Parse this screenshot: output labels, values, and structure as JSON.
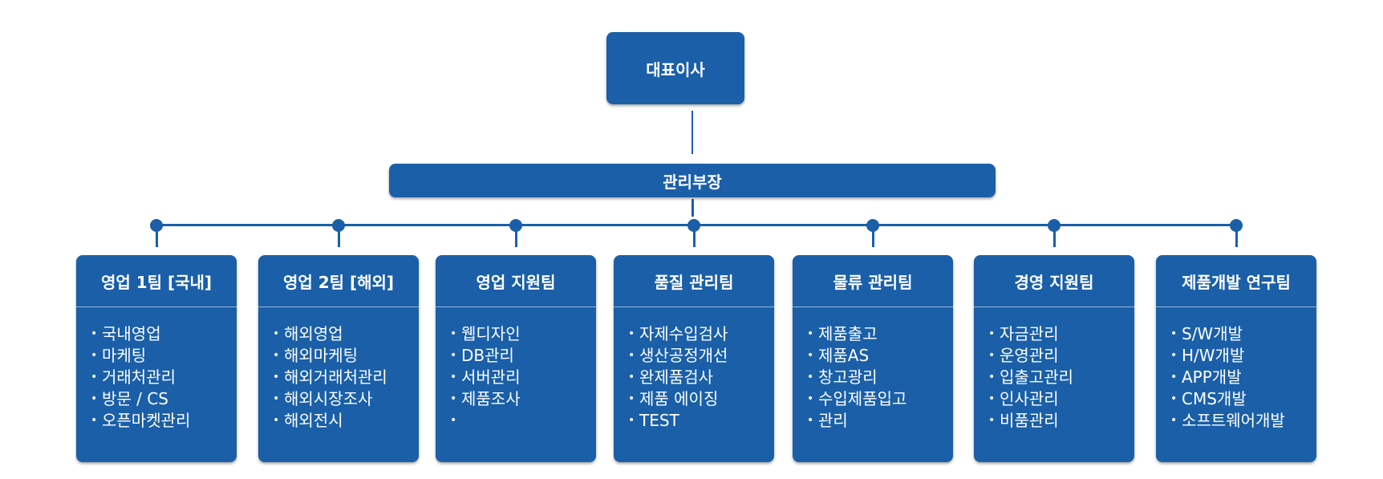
{
  "ceo": {
    "label": "대표이사"
  },
  "manager": {
    "label": "관리부장"
  },
  "teams": [
    {
      "title": "영업 1팀 [국내]",
      "items": [
        "국내영업",
        "마케팅",
        "거래처관리",
        "방문 / CS",
        "오픈마켓관리"
      ]
    },
    {
      "title": "영업 2팀 [해외]",
      "items": [
        "해외영업",
        "해외마케팅",
        "해외거래처관리",
        "해외시장조사",
        "해외전시"
      ]
    },
    {
      "title": "영업 지원팀",
      "items": [
        "웹디자인",
        "DB관리",
        "서버관리",
        "제품조사",
        ""
      ]
    },
    {
      "title": "품질 관리팀",
      "items": [
        "자제수입검사",
        "생산공정개선",
        "완제품검사",
        "제품 에이징",
        "TEST"
      ]
    },
    {
      "title": "물류 관리팀",
      "items": [
        "제품출고",
        "제품AS",
        "창고광리",
        "수입제품입고",
        "관리"
      ]
    },
    {
      "title": "경영 지원팀",
      "items": [
        "자금관리",
        "운영관리",
        "입출고관리",
        "인사관리",
        "비품관리"
      ]
    },
    {
      "title": "제품개발 연구팀",
      "items": [
        "S/W개발",
        "H/W개발",
        "APP개발",
        "CMS개발",
        "소프트웨어개발"
      ]
    }
  ]
}
